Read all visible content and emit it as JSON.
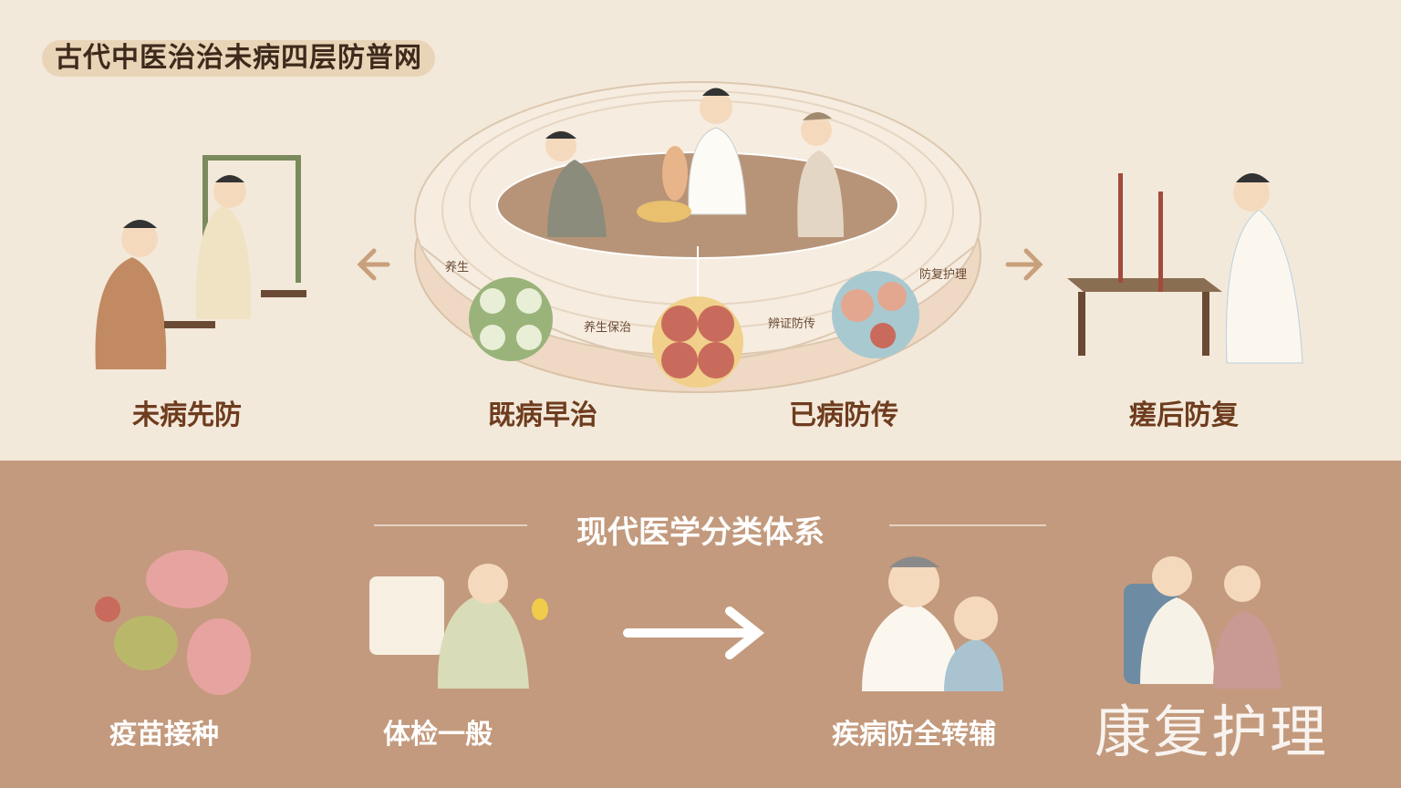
{
  "title": "古代中医治治未病四层防普网",
  "top_labels": [
    "未病先防",
    "既病早治",
    "已病防传",
    "瘥后防复"
  ],
  "ring_labels": [
    "养生",
    "养生保治",
    "辨证防传",
    "防复护理"
  ],
  "section_title": "现代医学分类体系",
  "bottom_labels": [
    "疫苗接种",
    "体检一般",
    "疾病防全转辅"
  ],
  "watermark": "康复护理",
  "colors": {
    "top_bg": "#f3e9da",
    "bottom_bg": "#c39a7d",
    "label_brown": "#6e3c1e"
  }
}
